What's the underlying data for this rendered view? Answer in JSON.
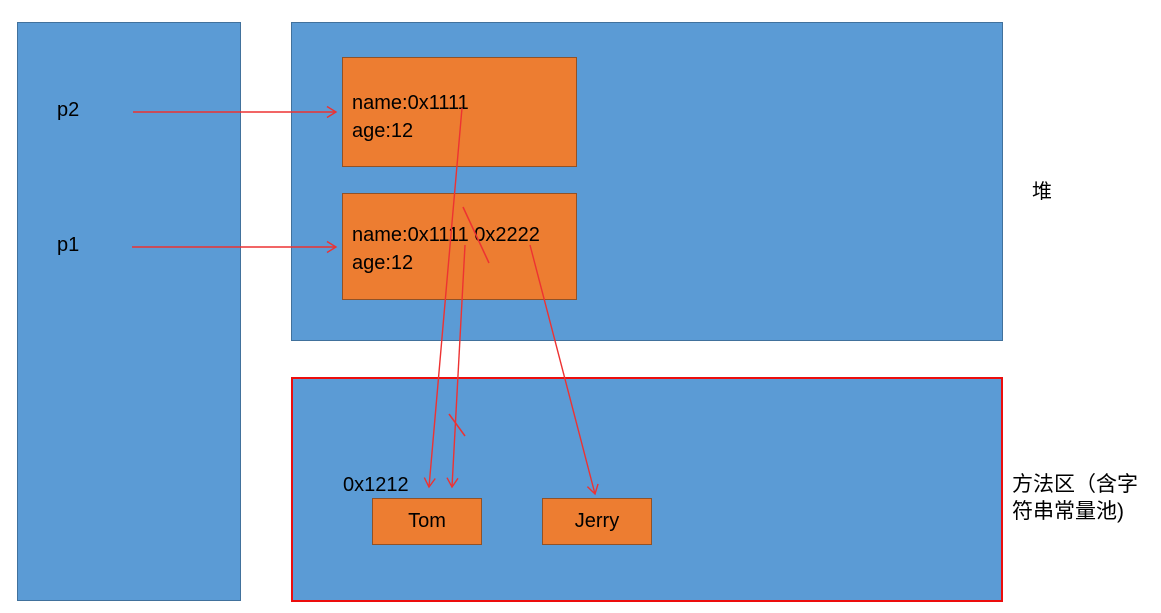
{
  "diagram": {
    "stack": {
      "pointers": [
        {
          "label": "p2"
        },
        {
          "label": "p1"
        }
      ]
    },
    "heap": {
      "label": "堆",
      "objects": [
        {
          "line1": "name:0x1111",
          "line2": "age:12"
        },
        {
          "line1": "name:0x1111 0x2222",
          "line2": "age:12"
        }
      ]
    },
    "method_area": {
      "label_line1": "方法区（含字",
      "label_line2": "符串常量池)",
      "address_label": "0x1212",
      "strings": [
        {
          "text": "Tom"
        },
        {
          "text": "Jerry"
        }
      ]
    },
    "colors": {
      "box_blue": "#5b9bd5",
      "box_orange": "#ed7d31",
      "arrow_red": "#ed3232",
      "method_border_red": "#ec0d0d"
    }
  }
}
